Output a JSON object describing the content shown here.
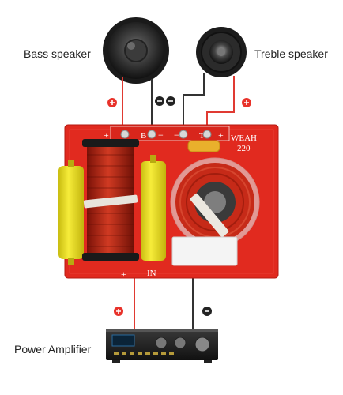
{
  "labels": {
    "bass_speaker": "Bass speaker",
    "treble_speaker": "Treble speaker",
    "power_amplifier": "Power Amplifier"
  },
  "pcb": {
    "brand": "WEAH",
    "model": "220",
    "input_label": "IN",
    "bass_marking": "B",
    "treble_marking": "T",
    "plus_sign": "+",
    "minus_sign": "−"
  },
  "colors": {
    "pcb_red": "#e12a1f",
    "wire_red": "#e03a32",
    "wire_black": "#333333",
    "terminal_positive": "#e8322a",
    "terminal_negative": "#222222",
    "capacitor_yellow": "#ece01a",
    "coil_copper": "#c0301c"
  },
  "icons": [
    "positive-terminal-icon",
    "negative-terminal-icon"
  ]
}
